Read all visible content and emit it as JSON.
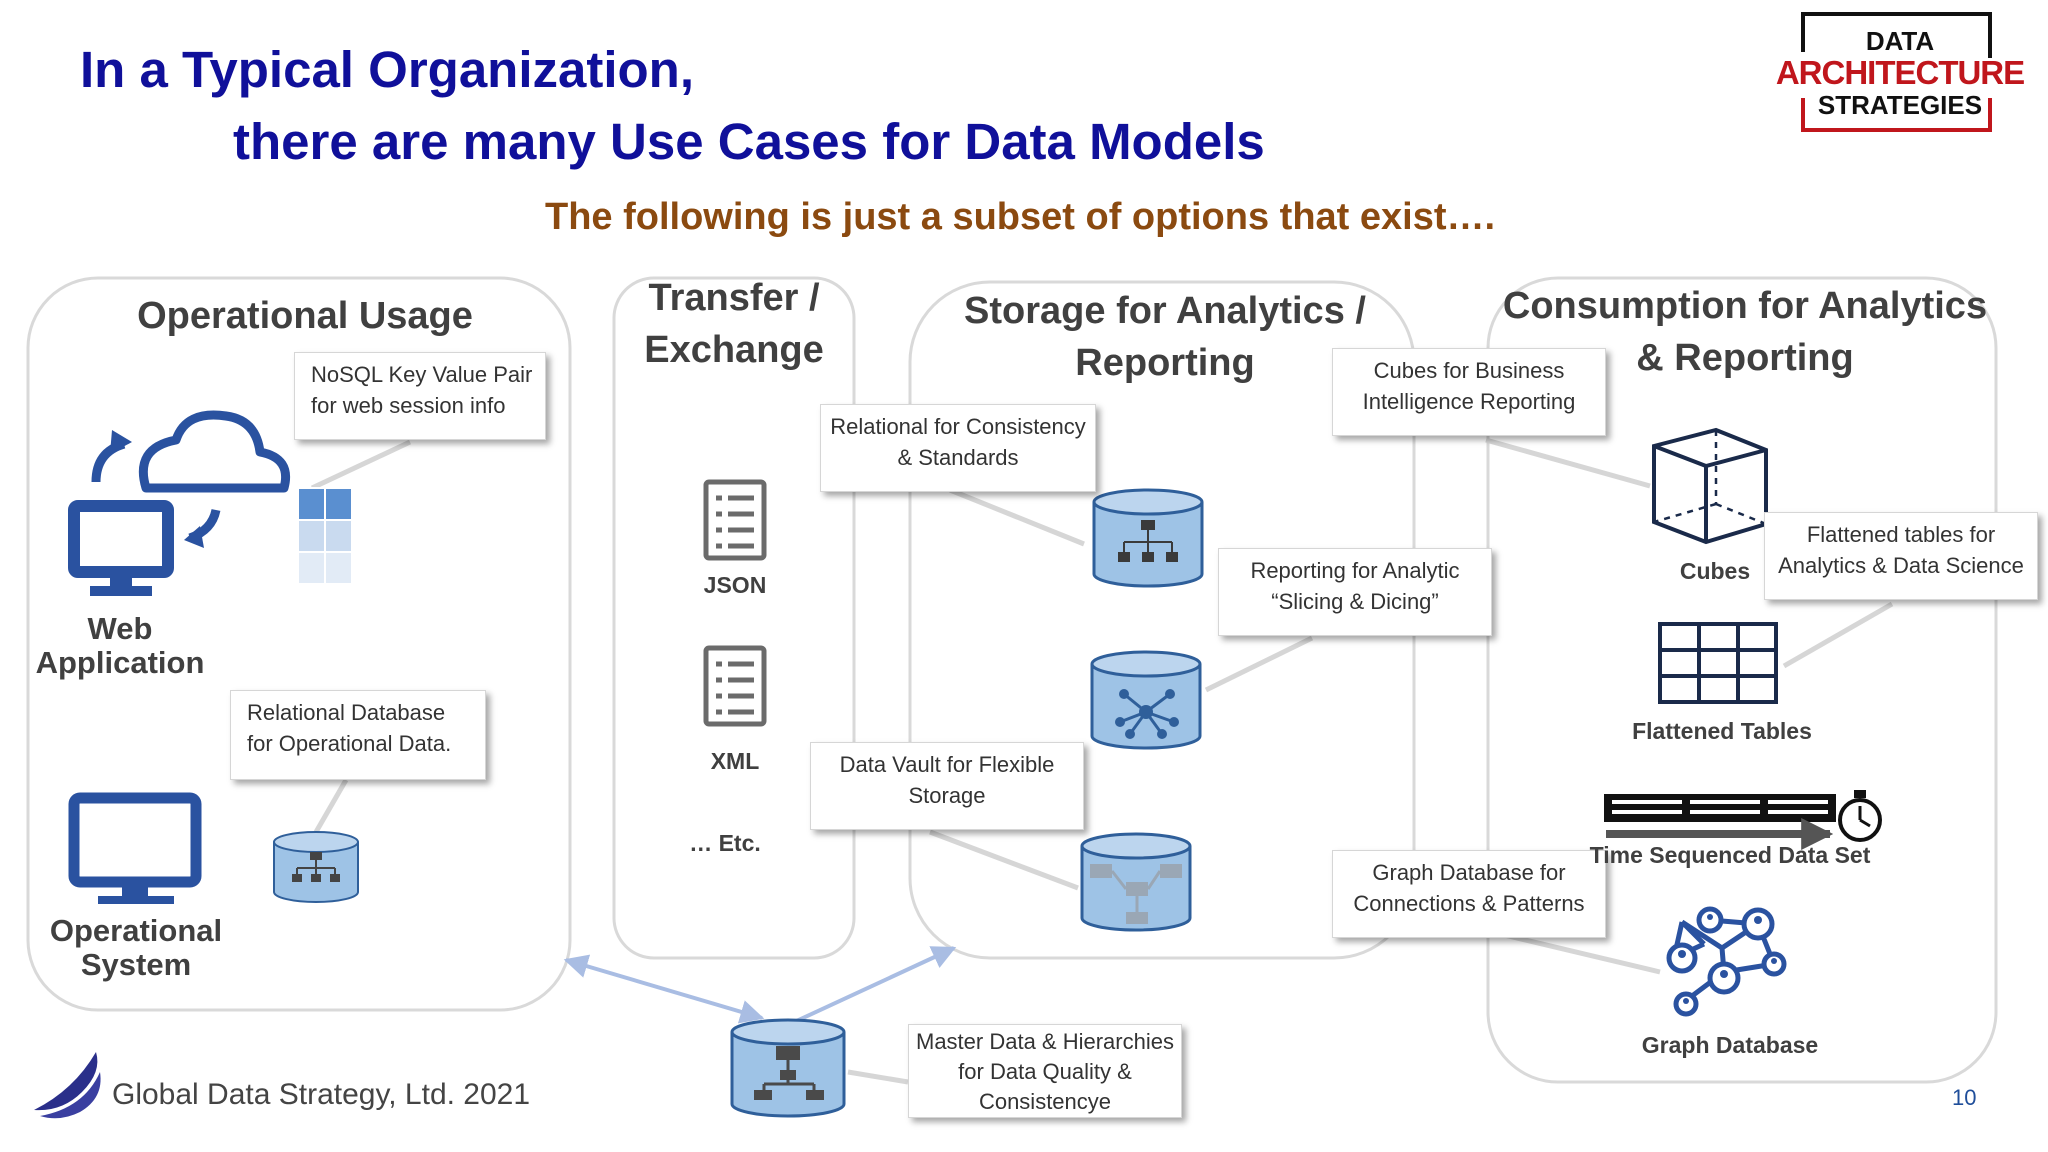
{
  "header": {
    "title_line1": "In a Typical Organization,",
    "title_line2": "there are many Use Cases for Data Models",
    "subtitle": "The following is just a subset of options that exist…."
  },
  "logo": {
    "line1": "DATA",
    "line2": "ARCHITECTURE",
    "line3": "STRATEGIES"
  },
  "groups": {
    "operational": "Operational Usage",
    "transfer": "Transfer /\nExchange",
    "storage": "Storage for Analytics /\nReporting",
    "consumption": "Consumption for Analytics\n& Reporting"
  },
  "callouts": {
    "nosql": "NoSQL Key Value Pair\nfor web session info",
    "relational_db": "Relational Database\nfor Operational Data.",
    "relational_consistency": "Relational for Consistency\n& Standards",
    "reporting_analytic": "Reporting for Analytic\n“Slicing & Dicing”",
    "data_vault": "Data Vault for Flexible\nStorage",
    "cubes_bi": "Cubes for Business\nIntelligence Reporting",
    "flattened_tables": "Flattened tables for\nAnalytics & Data Science",
    "graph_db": "Graph Database for\nConnections & Patterns",
    "master_data": "Master Data & Hierarchies\nfor Data Quality &\nConsistencye"
  },
  "labels": {
    "web_app": "Web\nApplication",
    "operational_system": "Operational\nSystem",
    "json": "JSON",
    "xml": "XML",
    "etc": "… Etc.",
    "cubes": "Cubes",
    "flattened": "Flattened Tables",
    "time_seq": "Time Sequenced Data Set",
    "graph": "Graph Database"
  },
  "footer": {
    "company": "Global Data Strategy, Ltd. 2021",
    "page": "10"
  },
  "colors": {
    "title": "#10109a",
    "subtitle": "#8b4a10",
    "icon_blue": "#2a52a0",
    "db_fill": "#9ec3e6",
    "logo_red": "#c0161c"
  }
}
